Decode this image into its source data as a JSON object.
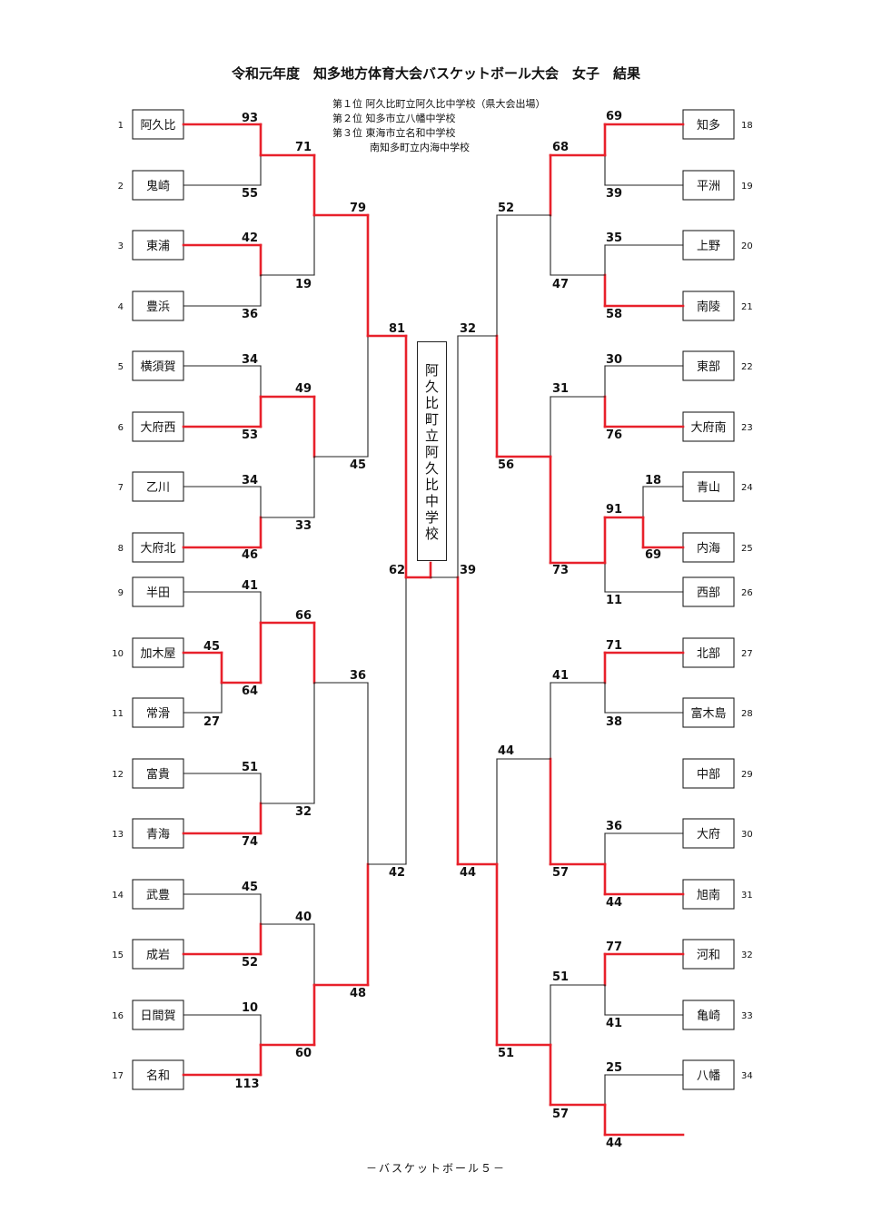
{
  "header": {
    "title": "令和元年度　知多地方体育大会バスケットボール大会　女子　結果",
    "results": [
      "第１位 阿久比町立阿久比中学校（県大会出場）",
      "第２位 知多市立八幡中学校",
      "第３位 東海市立名和中学校",
      "南知多町立内海中学校"
    ]
  },
  "champion": "阿久比町立阿久比中学校",
  "footer": "－バスケットボール５－",
  "colors": {
    "win": "#e8212b",
    "line": "#222222"
  },
  "left_teams": [
    {
      "num": "1",
      "name": "阿久比"
    },
    {
      "num": "2",
      "name": "鬼崎"
    },
    {
      "num": "3",
      "name": "東浦"
    },
    {
      "num": "4",
      "name": "豊浜"
    },
    {
      "num": "5",
      "name": "横須賀"
    },
    {
      "num": "6",
      "name": "大府西"
    },
    {
      "num": "7",
      "name": "乙川"
    },
    {
      "num": "8",
      "name": "大府北"
    },
    {
      "num": "9",
      "name": "半田"
    },
    {
      "num": "10",
      "name": "加木屋"
    },
    {
      "num": "11",
      "name": "常滑"
    },
    {
      "num": "12",
      "name": "富貴"
    },
    {
      "num": "13",
      "name": "青海"
    },
    {
      "num": "14",
      "name": "武豊"
    },
    {
      "num": "15",
      "name": "成岩"
    },
    {
      "num": "16",
      "name": "日間賀"
    },
    {
      "num": "17",
      "name": "名和"
    }
  ],
  "right_teams": [
    {
      "num": "18",
      "name": "知多"
    },
    {
      "num": "19",
      "name": "平洲"
    },
    {
      "num": "20",
      "name": "上野"
    },
    {
      "num": "21",
      "name": "南陵"
    },
    {
      "num": "22",
      "name": "東部"
    },
    {
      "num": "23",
      "name": "大府南"
    },
    {
      "num": "24",
      "name": "青山"
    },
    {
      "num": "25",
      "name": "内海"
    },
    {
      "num": "26",
      "name": "西部"
    },
    {
      "num": "27",
      "name": "北部"
    },
    {
      "num": "28",
      "name": "富木島"
    },
    {
      "num": "29",
      "name": "中部"
    },
    {
      "num": "30",
      "name": "大府"
    },
    {
      "num": "31",
      "name": "旭南"
    },
    {
      "num": "32",
      "name": "河和"
    },
    {
      "num": "33",
      "name": "亀崎"
    },
    {
      "num": "34",
      "name": "八幡"
    }
  ],
  "scores": [
    "93",
    "55",
    "42",
    "36",
    "34",
    "53",
    "34",
    "46",
    "41",
    "45",
    "27",
    "51",
    "74",
    "45",
    "52",
    "10",
    "113",
    "64",
    "71",
    "19",
    "49",
    "33",
    "66",
    "32",
    "40",
    "60",
    "79",
    "45",
    "36",
    "48",
    "81",
    "42",
    "62",
    "69",
    "39",
    "35",
    "58",
    "30",
    "76",
    "18",
    "69",
    "11",
    "71",
    "38",
    "36",
    "44",
    "77",
    "41",
    "25",
    "44",
    "91",
    "68",
    "47",
    "31",
    "73",
    "41",
    "57",
    "51",
    "57",
    "52",
    "56",
    "44",
    "51",
    "32",
    "44",
    "39"
  ]
}
